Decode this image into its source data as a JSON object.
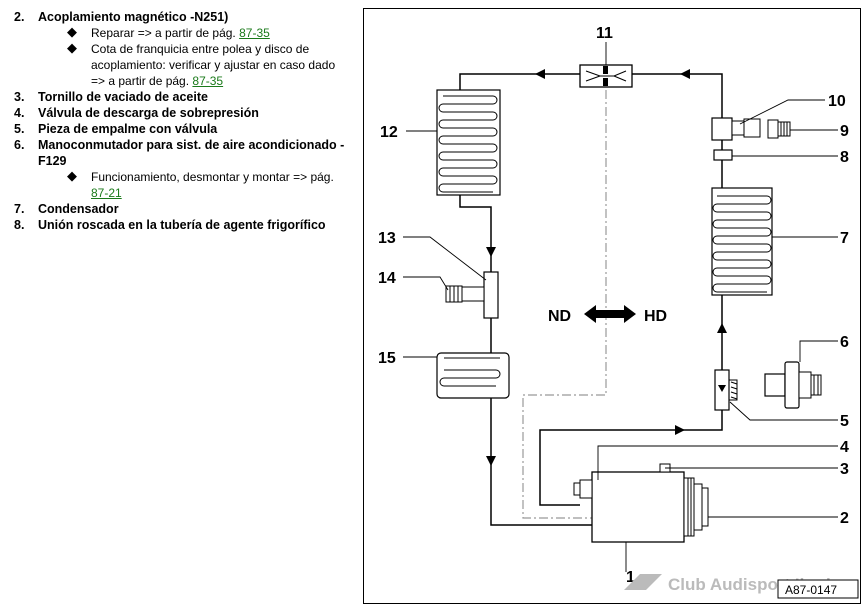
{
  "list": [
    {
      "num": "2.",
      "label": "Acoplamiento magnético -N251)",
      "subs": [
        {
          "text": "Reparar => a partir de pág. ",
          "ref": "87-35"
        },
        {
          "text": "Cota de franquicia entre polea y disco de acoplamiento: verificar y ajustar en caso dado => a partir de pág. ",
          "ref": "87-35"
        }
      ]
    },
    {
      "num": "3.",
      "label": "Tornillo de vaciado de aceite"
    },
    {
      "num": "4.",
      "label": "Válvula de descarga de sobrepresión"
    },
    {
      "num": "5.",
      "label": "Pieza de empalme con válvula"
    },
    {
      "num": "6.",
      "label": "Manoconmutador para sist. de aire acondicionado -F129",
      "subs": [
        {
          "text": "Funcionamiento, desmontar y montar => pág. ",
          "ref": "87-21"
        }
      ]
    },
    {
      "num": "7.",
      "label": "Condensador"
    },
    {
      "num": "8.",
      "label": "Unión roscada en la tubería de agente frigorífico"
    }
  ],
  "diagram": {
    "callouts": [
      "1",
      "2",
      "3",
      "4",
      "5",
      "6",
      "7",
      "8",
      "9",
      "10",
      "11",
      "12",
      "13",
      "14",
      "15"
    ],
    "nd_label": "ND",
    "hd_label": "HD",
    "image_code": "A87-0147",
    "watermark": "Club Audisport Iberia"
  }
}
